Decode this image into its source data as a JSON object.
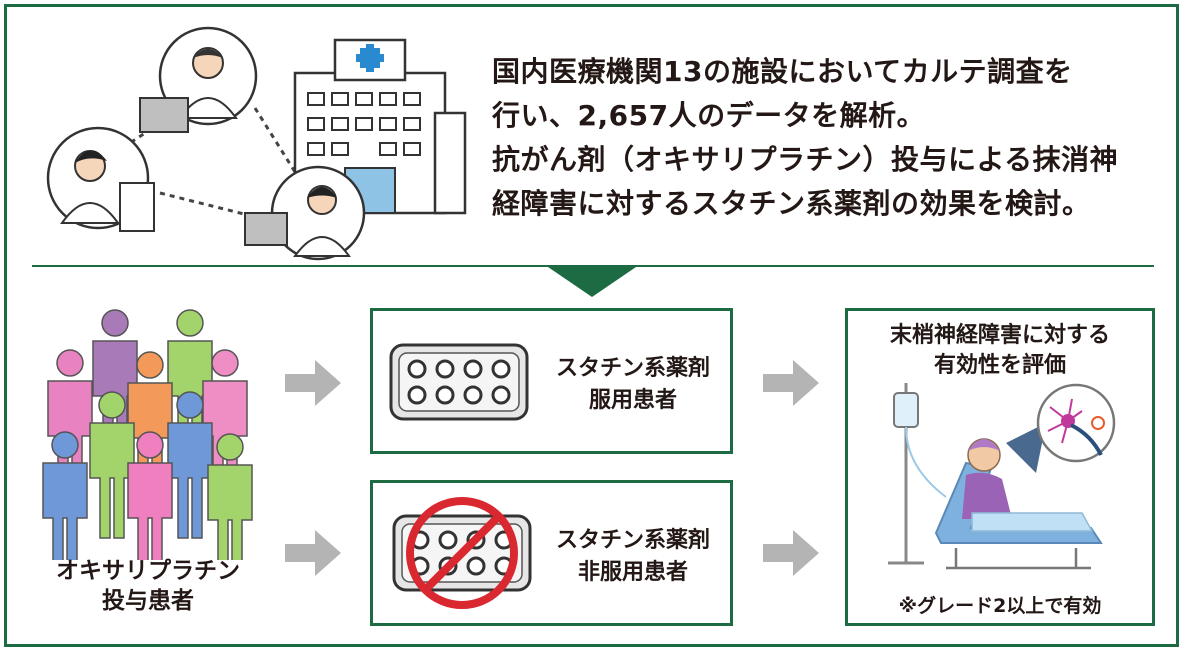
{
  "top": {
    "description_lines": [
      "国内医療機関13の施設においてカルテ調査を",
      "行い、2,657人のデータを解析。",
      "抗がん剤（オキサリプラチン）投与による抹消神",
      "経障害に対するスタチン系薬剤の効果を検討。"
    ]
  },
  "patients": {
    "label_lines": [
      "オキサリプラチン",
      "投与患者"
    ]
  },
  "statin_users": {
    "label_lines": [
      "スタチン系薬剤",
      "服用患者"
    ]
  },
  "statin_nonusers": {
    "label_lines": [
      "スタチン系薬剤",
      "非服用患者"
    ]
  },
  "evaluation": {
    "title_lines": [
      "末梢神経障害に対する",
      "有効性を評価"
    ],
    "note": "※グレード2以上で有効"
  },
  "colors": {
    "frame_green": "#1c6b43",
    "arrow_gray": "#b4b4b4",
    "prohibit_red": "#d9282f",
    "text": "#231815"
  }
}
